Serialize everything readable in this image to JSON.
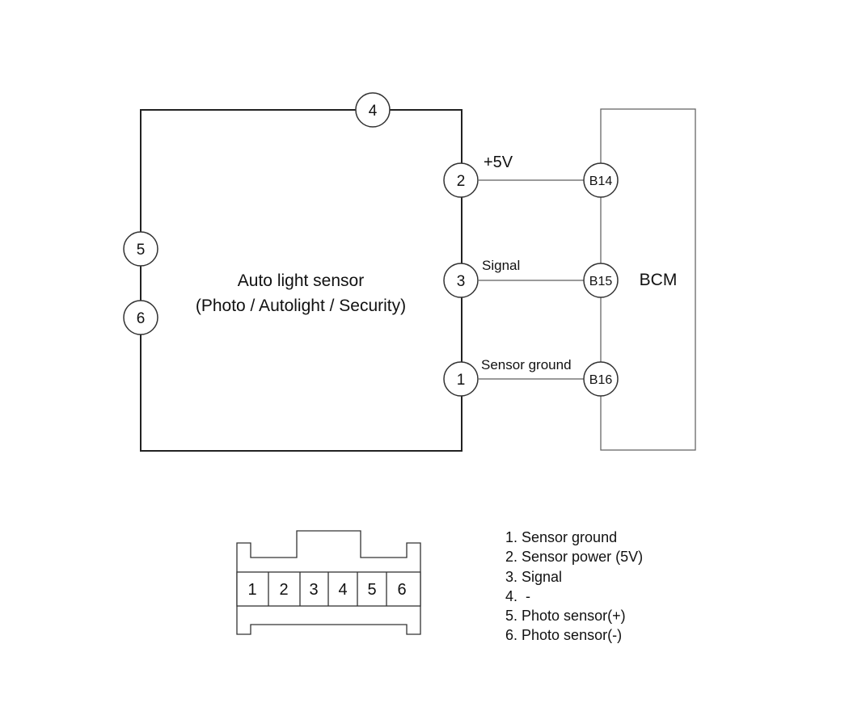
{
  "sensor": {
    "title": "Auto light sensor",
    "subtitle": "(Photo / Autolight / Security)",
    "pins": [
      "4",
      "2",
      "3",
      "1",
      "5",
      "6"
    ]
  },
  "bcm": {
    "title": "BCM",
    "pins": [
      "B14",
      "B15",
      "B16"
    ]
  },
  "wires": {
    "w1": "+5V",
    "w2": "Signal",
    "w3": "Sensor ground"
  },
  "connector": {
    "cells": [
      "1",
      "2",
      "3",
      "4",
      "5",
      "6"
    ]
  },
  "legend": [
    "1. Sensor ground",
    "2. Sensor power (5V)",
    "3. Signal",
    "4.  -",
    "5. Photo sensor(+)",
    "6. Photo sensor(-)"
  ]
}
